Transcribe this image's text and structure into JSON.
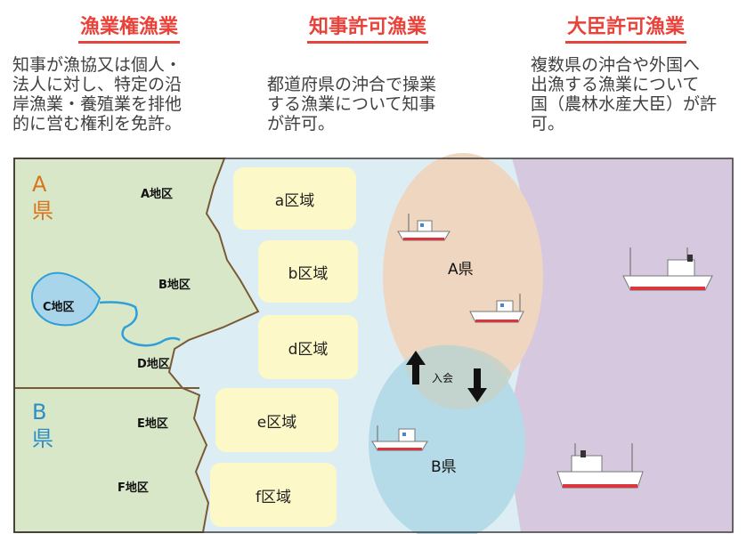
{
  "headings": {
    "fishery_right": {
      "title": "漁業権漁業",
      "desc": "知事が漁協又は個人・\n法人に対し、特定の沿\n岸漁業・養殖業を排他\n的に営む権利を免許。"
    },
    "governor_permit": {
      "title": "知事許可漁業",
      "desc": "\n都道府県の沖合で操業\nする漁業について知事\nが許可。"
    },
    "minister_permit": {
      "title": "大臣許可漁業",
      "desc": "複数県の沖合や外国へ\n出漁する漁業について\n国（農林水産大臣）が許\n可。"
    }
  },
  "map": {
    "pref_a": "A\n県",
    "pref_b": "B\n県",
    "districts": [
      "A地区",
      "B地区",
      "C地区",
      "D地区",
      "E地区",
      "F地区"
    ],
    "zones": [
      "a区域",
      "b区域",
      "d区域",
      "e区域",
      "f区域"
    ],
    "sea_a": "A県",
    "sea_b": "B県",
    "shared_label": "入会"
  },
  "colors": {
    "heading": "#e8433a",
    "land": "#d9e7c9",
    "coast_sea": "#dcedf3",
    "zone": "#fdf8c8",
    "pref_a_sea": "#efd6c1",
    "pref_b_sea": "#b5dbe8",
    "offshore": "#d6c8de",
    "pref_a_text": "#d9731c",
    "pref_b_text": "#2e8ec4"
  }
}
